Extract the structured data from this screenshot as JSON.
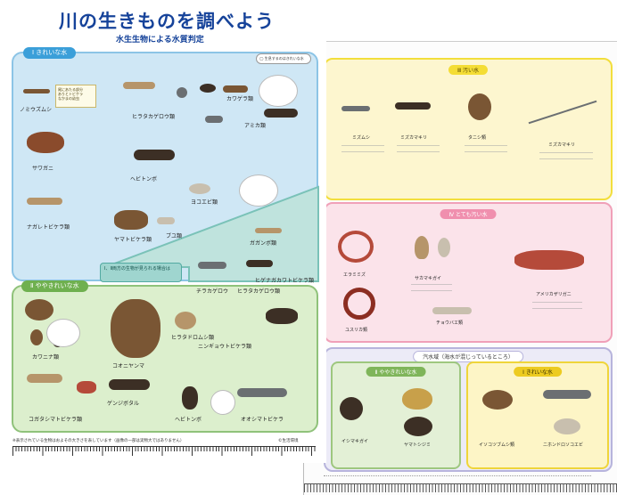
{
  "poster": {
    "title": "川の生きものを調べよう",
    "subtitle": "水生生物による水質判定",
    "sections": {
      "clean": "Ⅰ きれいな水",
      "slightly_clean": "Ⅱ ややきれいな水",
      "teal_note": "Ⅰ、Ⅱ両方の生物が見られる場合は"
    },
    "note_box": "◯ 生息するのはきれいな水",
    "tag_box": [
      "尾にあたる部分",
      "ありとトビケラ",
      "なかまの幼虫"
    ],
    "labels": [
      "ノミウズムシ",
      "ヒラタカゲロウ類",
      "カワゲラ類",
      "サワガニ",
      "ヘビトンボ",
      "アミカ類",
      "ヨコエビ類",
      "ナガレトビケラ類",
      "ヤマトビケラ類",
      "ブユ類",
      "ガガンボ類",
      "ヒラタカゲロウ類",
      "ヒゲナガカワトビケラ類",
      "ニンギョウトビケラ類",
      "チラカゲロウ",
      "カワニナ類",
      "コオニヤンマ",
      "ヒラタドロムシ類",
      "コガタシマトビケラ類",
      "ゲンジボタル",
      "ヘビトンボ",
      "オオシマトビケラ"
    ],
    "footnote": "※表示されている生物はおよその大きさを表しています（画像の一部は実物大ではありません）",
    "copyright": "©生活環境"
  },
  "back": {
    "sections": {
      "dirty": "Ⅲ 汚い水",
      "very_dirty": "Ⅳ とても汚い水",
      "reservoir": "汽水域（海水が混じっているところ）",
      "slightly_clean": "Ⅱ ややきれいな水",
      "clean": "Ⅰ きれいな水"
    },
    "labels": [
      "ミズムシ",
      "ミズカマキリ",
      "タニシ類",
      "ミズカマキリ",
      "エラミミズ",
      "サカマキガイ",
      "ユスリカ類",
      "アメリカザリガニ",
      "チョウバエ類",
      "ヤマトシジミ",
      "イシマキガイ",
      "イソコツブムシ類",
      "ニホンドロソコエビ"
    ]
  },
  "colors": {
    "title": "#16439a",
    "clean_panel": "#cfe7f5",
    "slightly_clean_panel": "#dcefcd",
    "dirty_panel": "#fdf6cf",
    "very_dirty_panel": "#fbe3ea",
    "reservoir_panel": "#ecebf7"
  }
}
